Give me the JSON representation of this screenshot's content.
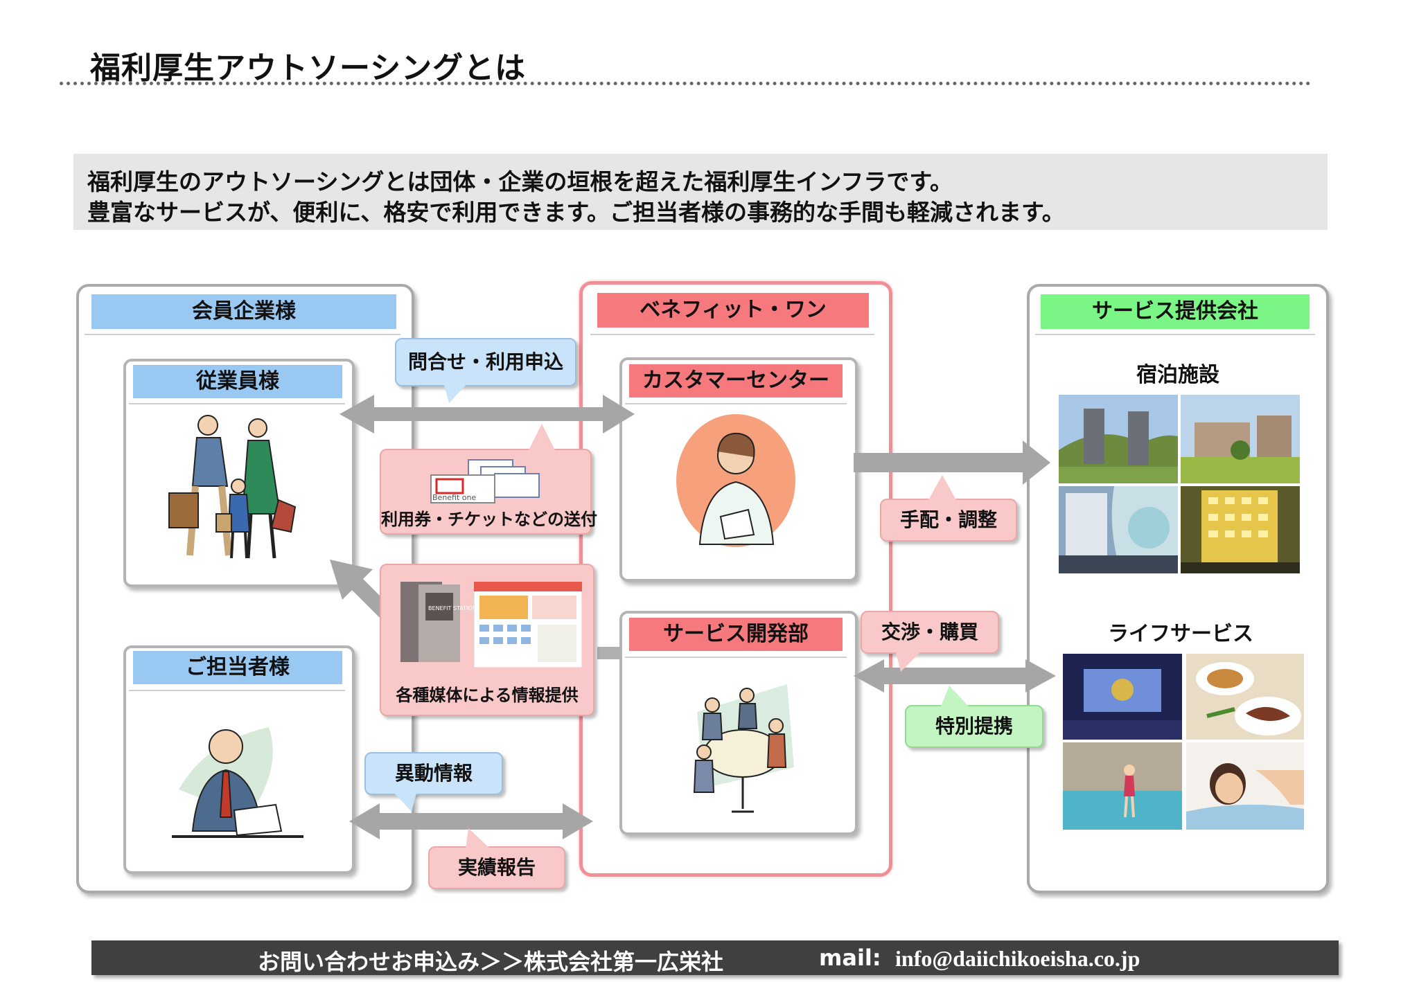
{
  "title": "福利厚生アウトソーシングとは",
  "intro": {
    "line1": "福利厚生のアウトソーシングとは団体・企業の垣根を超えた福利厚生インフラです。",
    "line2": "豊富なサービスが、便利に、格安で利用できます。ご担当者様の事務的な手間も軽減されます。"
  },
  "members": {
    "header": "会員企業様",
    "employees": "従業員様",
    "contact": "ご担当者様"
  },
  "benefit_one": {
    "header": "ベネフィット・ワン",
    "customer_center": "カスタマーセンター",
    "service_dev": "サービス開発部"
  },
  "providers": {
    "header": "サービス提供会社",
    "lodging": "宿泊施設",
    "life_service": "ライフサービス"
  },
  "flows": {
    "inquiry": "問合せ・利用申込",
    "tickets": "利用券・チケットなどの送付",
    "media": "各種媒体による情報提供",
    "transfer": "異動情報",
    "report": "実績報告",
    "arrange": "手配・調整",
    "negotiate": "交渉・購買",
    "partnership": "特別提携"
  },
  "media_items": {
    "ticket_logo": "Benefit one",
    "catalog_name": "BENEFIT STATION"
  },
  "footer": {
    "contact": "お問い合わせお申込み＞＞株式会社第一広栄社",
    "mail_label": "mail:",
    "mail_address": "info@daiichikoeisha.co.jp"
  },
  "colors": {
    "member_header": "#99c8f3",
    "benefit_header": "#f5797d",
    "provider_header": "#7bf585",
    "arrow": "#a6a6a6",
    "benefit_border": "#f08f95"
  }
}
